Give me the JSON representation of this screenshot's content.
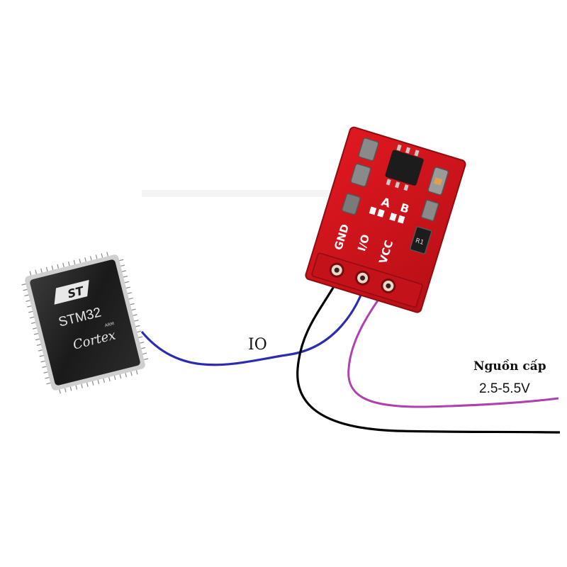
{
  "chip": {
    "logo_text": "ST",
    "model": "STM32",
    "core_small": "ARM",
    "core": "Cortex"
  },
  "module": {
    "silk_a": "A",
    "silk_b": "B",
    "pin_gnd": "GND",
    "pin_io": "I/O",
    "pin_vcc": "VCC",
    "resistor_code": "R1"
  },
  "labels": {
    "io": "IO",
    "power_title": "Nguồn cấp",
    "power_range": "2.5-5.5V"
  },
  "colors": {
    "pcb_red": "#d0141c",
    "pcb_dark": "#8f0c12",
    "wire_io": "#2c2cb0",
    "wire_vcc": "#b040b0",
    "wire_gnd": "#000000",
    "chip_body": "#1e1e1e"
  }
}
